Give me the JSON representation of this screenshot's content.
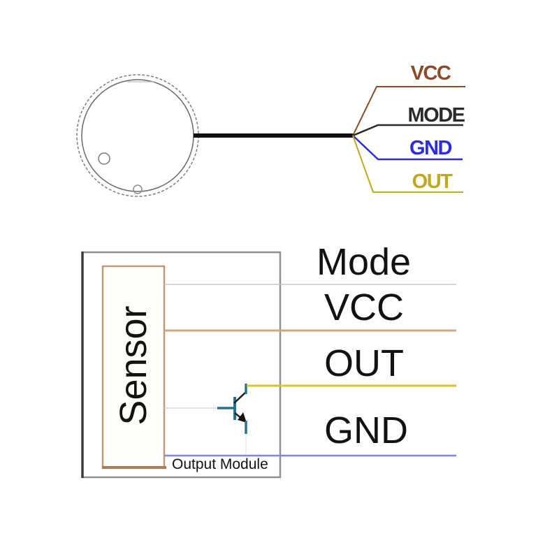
{
  "top_diagram": {
    "description": "round sensor with cable split into four labeled wires",
    "wires": [
      {
        "label": "VCC",
        "color": "#8a4c28"
      },
      {
        "label": "MODE",
        "color": "#2a2a2a"
      },
      {
        "label": "GND",
        "color": "#2b2be2"
      },
      {
        "label": "OUT",
        "color": "#c0a81e"
      }
    ]
  },
  "bottom_diagram": {
    "sensor_label": "Sensor",
    "module_label": "Output Module",
    "transistor_color": "#23748f",
    "box_border_color": "#8f8f8f",
    "sensor_border_color": "#c29879",
    "pins": [
      {
        "label": "Mode",
        "line_color": "#c6c6c6"
      },
      {
        "label": "VCC",
        "line_color": "#c7a88b"
      },
      {
        "label": "OUT",
        "line_color": "#d8c32c"
      },
      {
        "label": "GND",
        "line_color": "#7e86e8"
      }
    ]
  }
}
